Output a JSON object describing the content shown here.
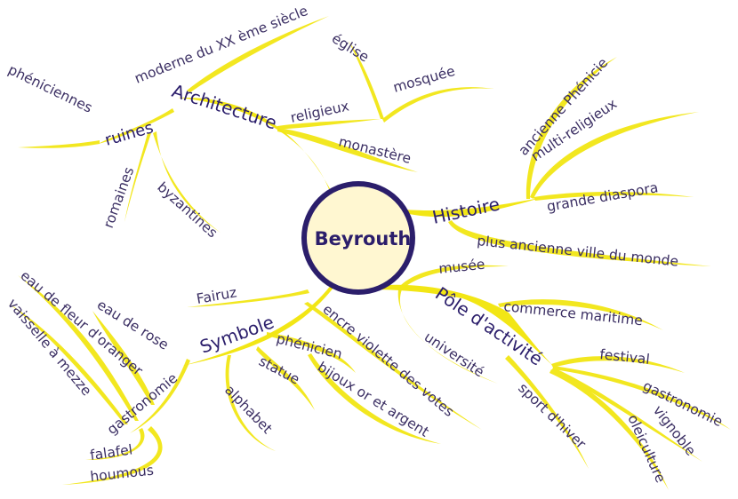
{
  "center": {
    "label": "Beyrouth",
    "fill": "#fff7d1",
    "ring": "#2b1e6b"
  },
  "colors": {
    "branch": "#f2e615",
    "twig": "#f5ec7a",
    "text": "#3b2f63",
    "main_text": "#2b1e6b"
  },
  "branches": {
    "architecture": {
      "label": "Architecture",
      "children": {
        "moderne": "moderne du XX ème siècle",
        "ruines": "ruines",
        "pheniciennes": "phéniciennes",
        "romaines": "romaines",
        "byzantines": "byzantines",
        "religieux": "religieux",
        "eglise": "église",
        "mosquee": "mosquée",
        "monastere": "monastère"
      }
    },
    "histoire": {
      "label": "Histoire",
      "children": {
        "ancienne_phenicie": "ancienne Phénicie",
        "multi_religieux": "multi-religieux",
        "grande_diaspora": "grande diaspora",
        "plus_ancienne": "plus ancienne ville du monde"
      }
    },
    "pole": {
      "label": "Pôle d'activité",
      "children": {
        "musee": "musée",
        "universite": "université",
        "commerce": "commerce maritime",
        "festival": "festival",
        "gastronomie": "gastronomie",
        "vignoble": "vignoble",
        "oleiculture": "oleiculture",
        "sport_hiver": "sport d'hiver"
      }
    },
    "symbole": {
      "label": "Symbole",
      "children": {
        "fairuz": "Fairuz",
        "encre": "encre violette des votes",
        "phenicien": "phénicien",
        "statue": "statue",
        "bijoux": "bijoux or et argent",
        "alphabet": "alphabet",
        "gastronomie": "gastronomie",
        "eau_rose": "eau de rose",
        "eau_fleur": "eau de fleur d'oranger",
        "vaisselle": "vaisselle à mezze",
        "falafel": "falafel",
        "houmous": "houmous"
      }
    }
  }
}
